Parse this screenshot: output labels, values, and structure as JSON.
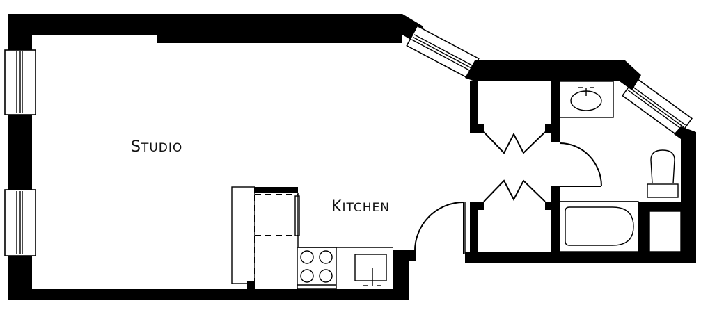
{
  "diagram": {
    "type": "floor-plan",
    "colors": {
      "wall": "#000000",
      "background": "#ffffff"
    },
    "rooms": [
      {
        "id": "studio",
        "label_first": "S",
        "label_rest": "TUDIO"
      },
      {
        "id": "kitchen",
        "label_first": "K",
        "label_rest": "ITCHEN"
      },
      {
        "id": "closet-upper",
        "label_first": "",
        "label_rest": ""
      },
      {
        "id": "closet-lower",
        "label_first": "",
        "label_rest": ""
      },
      {
        "id": "bathroom",
        "label_first": "",
        "label_rest": ""
      }
    ],
    "fixtures": [
      "refrigerator",
      "cabinet",
      "stove-4-burner",
      "kitchen-sink",
      "bathroom-sink",
      "toilet",
      "bathtub",
      "linen-closet"
    ],
    "windows": 4,
    "doors": [
      "entry-door",
      "bathroom-door",
      "closet-bifold-upper",
      "closet-bifold-lower"
    ]
  }
}
